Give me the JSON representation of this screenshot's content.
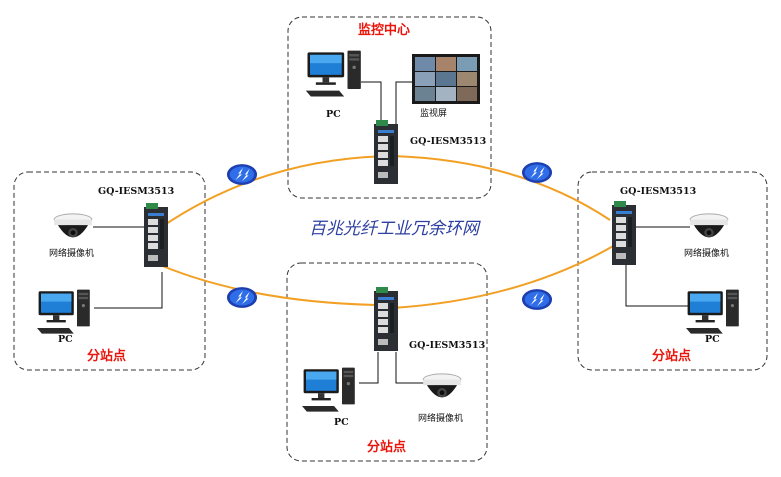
{
  "ring": {
    "title": "百兆光纤工业冗余环网",
    "color": "#f2a024"
  },
  "colors": {
    "station_title": "#e8160c",
    "ring_title": "#2d3fa0",
    "dashed_box": "#333333"
  },
  "stations": {
    "monitoring": {
      "title": "监控中心",
      "switch_model": "GQ-IESM3513",
      "pc_label": "PC",
      "screen_label": "监视屏"
    },
    "left": {
      "title": "分站点",
      "switch_model": "GQ-IESM3513",
      "camera_label": "网络摄像机",
      "pc_label": "PC"
    },
    "right": {
      "title": "分站点",
      "switch_model": "GQ-IESM3513",
      "camera_label": "网络摄像机",
      "pc_label": "PC"
    },
    "bottom": {
      "title": "分站点",
      "switch_model": "GQ-IESM3513",
      "camera_label": "网络摄像机",
      "pc_label": "PC"
    }
  },
  "icons": {
    "fiber_link": "lightning-bolt-icon",
    "pc": "desktop-pc-icon",
    "camera": "dome-camera-icon",
    "switch": "industrial-switch-icon",
    "screen": "video-wall-icon"
  }
}
